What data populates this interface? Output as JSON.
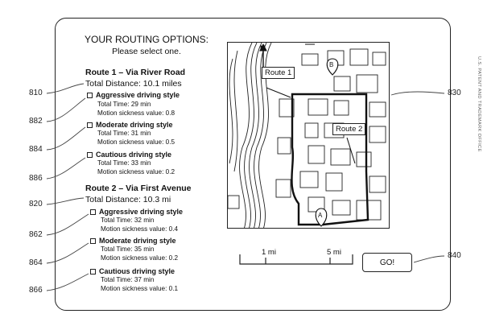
{
  "header": {
    "title": "YOUR ROUTING OPTIONS:",
    "subtitle": "Please select one."
  },
  "routes": [
    {
      "title": "Route 1 – Via River Road",
      "total": "Total Distance: 10.1 miles",
      "ref": "810",
      "options": [
        {
          "label": "Aggressive driving style",
          "time": "Total Time: 29 min",
          "motion": "Motion sickness value: 0.8",
          "ref": "882"
        },
        {
          "label": "Moderate driving style",
          "time": "Total Time: 31 min",
          "motion": "Motion sickness value: 0.5",
          "ref": "884"
        },
        {
          "label": "Cautious driving style",
          "time": "Total Time: 33 min",
          "motion": "Motion sickness value: 0.2",
          "ref": "886"
        }
      ]
    },
    {
      "title": "Route 2 – Via First Avenue",
      "total": "Total Distance: 10.3 mi",
      "ref": "820",
      "options": [
        {
          "label": "Aggressive driving style",
          "time": "Total Time: 32 min",
          "motion": "Motion sickness value: 0.4",
          "ref": "862"
        },
        {
          "label": "Moderate driving style",
          "time": "Total Time: 35 min",
          "motion": "Motion sickness value: 0.2",
          "ref": "864"
        },
        {
          "label": "Cautious driving style",
          "time": "Total Time: 37 min",
          "motion": "Motion sickness value: 0.1",
          "ref": "866"
        }
      ]
    }
  ],
  "map": {
    "ref": "830",
    "north": "N",
    "route1_label": "Route 1",
    "route2_label": "Route 2",
    "marker_a": "A",
    "marker_b": "B"
  },
  "scale": {
    "label_1": "1 mi",
    "label_5": "5 mi"
  },
  "go_button": {
    "label": "GO!",
    "ref": "840"
  },
  "side_note": "U.S. PATENT AND TRADEMARK OFFICE"
}
